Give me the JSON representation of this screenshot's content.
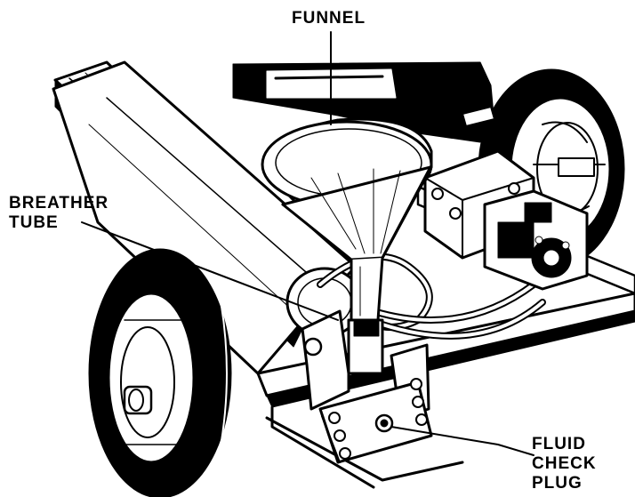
{
  "callouts": {
    "funnel": [
      "FUNNEL"
    ],
    "breather_tube": [
      "BREATHER",
      "TUBE"
    ],
    "fluid_check_plug": [
      "FLUID",
      "CHECK",
      "PLUG"
    ]
  },
  "colors": {
    "ink": "#000000",
    "paper": "#ffffff"
  }
}
